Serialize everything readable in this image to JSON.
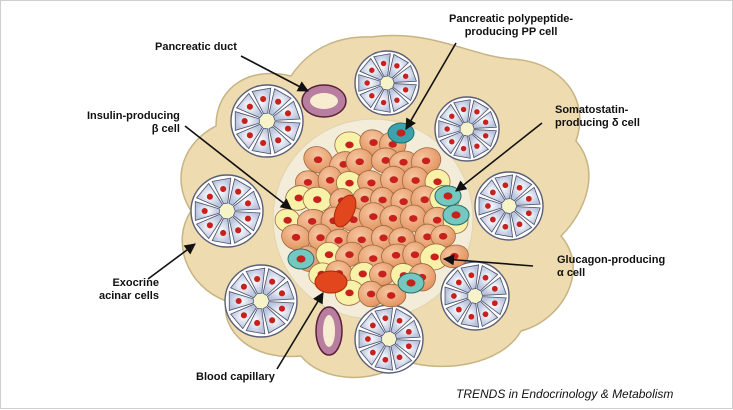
{
  "labels": {
    "pp_cell": {
      "line1": "Pancreatic polypeptide-",
      "line2": "producing PP cell"
    },
    "pancreatic_duct": "Pancreatic duct",
    "beta_cell": {
      "line1": "Insulin-producing",
      "line2": "β cell"
    },
    "delta_cell": {
      "line1": "Somatostatin-",
      "line2": "producing δ cell"
    },
    "acinar": {
      "line1": "Exocrine",
      "line2": "acinar cells"
    },
    "alpha_cell": {
      "line1": "Glucagon-producing",
      "line2": "α cell"
    },
    "capillary": "Blood capillary"
  },
  "source": "TRENDS in Endocrinology & Metabolism",
  "colors": {
    "stroma": "#eedcb0",
    "islet_halo": "#f3ecd8",
    "beta": "#eda878",
    "alpha": "#f8f1a8",
    "delta": "#74c8c0",
    "pp": "#3aa3ad",
    "nucleus": "#c8211d",
    "acinar": "#c5cfe6",
    "capillary": "#e2461c"
  }
}
